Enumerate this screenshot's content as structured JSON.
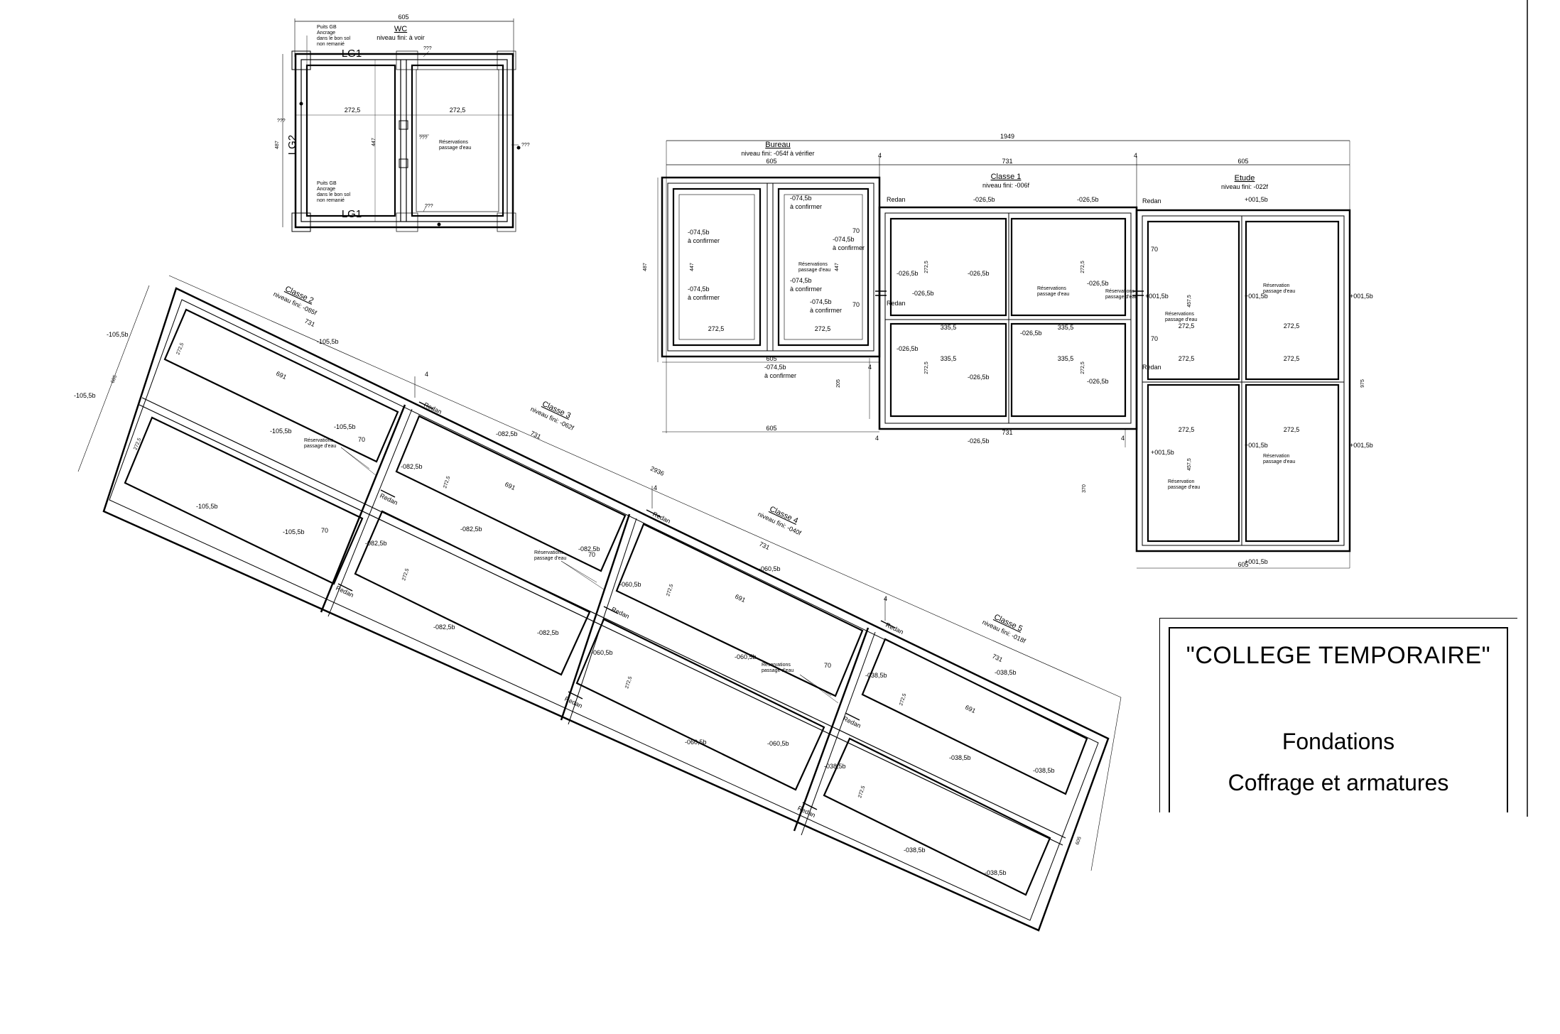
{
  "wc_block": {
    "total_width": "605",
    "room_name": "WC",
    "room_level": "niveau fini: à voir",
    "beam_top": "LG1",
    "beam_bottom": "LG1",
    "beam_left": "LG2",
    "width_left": "272,5",
    "width_right": "272,5",
    "height": "447",
    "overall_height": "487",
    "well_note_top": [
      "Puits GB",
      "Ancrage",
      "dans le bon sol",
      "non remanié"
    ],
    "well_note_bottom": [
      "Puits GB",
      "Ancrage",
      "dans le bon sol",
      "non remanié"
    ],
    "reservations": [
      "Réservations",
      "passage d'eau"
    ],
    "unknown": "???"
  },
  "right_block": {
    "total_width": "1949",
    "bureau_name": "Bureau",
    "bureau_level": "niveau fini: -054f à vérifier",
    "bureau_width": "605",
    "classe1_name": "Classe 1",
    "classe1_level": "niveau fini: -006f",
    "classe1_width": "731",
    "etude_name": "Etude",
    "etude_level": "niveau fini: -022f",
    "etude_width": "605",
    "level_bureau": "-074,5b",
    "confirm": "à confirmer",
    "level_classe1": "-026,5b",
    "level_etude": "+001,5b",
    "dim_272": "272,5",
    "dim_335": "335,5",
    "dim_447": "447",
    "dim_457": "457,5",
    "dim_70": "70",
    "dim_4": "4",
    "dim_205": "205",
    "dim_370": "370",
    "dim_975": "975",
    "dim_487": "487",
    "redan": "Redan",
    "reservations": [
      "Réservations",
      "passage d'eau"
    ],
    "reservation_single": [
      "Réservation",
      "passage d'eau"
    ]
  },
  "diagonal_block": {
    "total_length": "2936",
    "classe2_name": "Classe 2",
    "classe2_level": "niveau fini: -085f",
    "classe3_name": "Classe 3",
    "classe3_level": "niveau fini: -062f",
    "classe4_name": "Classe 4",
    "classe4_level": "niveau fini: -040f",
    "classe5_name": "Classe 5",
    "classe5_level": "niveau fini: -018f",
    "width_731": "731",
    "inner_691": "691",
    "dim_272": "272,5",
    "dim_605": "605",
    "dim_70": "70",
    "dim_4": "4",
    "level_c2": "-105,5b",
    "level_c3": "-082,5b",
    "level_c4": "-060,5b",
    "level_c5": "-038,5b",
    "redan": "Redan",
    "reservations": [
      "Réservations",
      "passage d'eau"
    ]
  },
  "title_block": {
    "project": "\"COLLEGE TEMPORAIRE\"",
    "subtitle": "Fondations",
    "description": "Coffrage et armatures"
  }
}
